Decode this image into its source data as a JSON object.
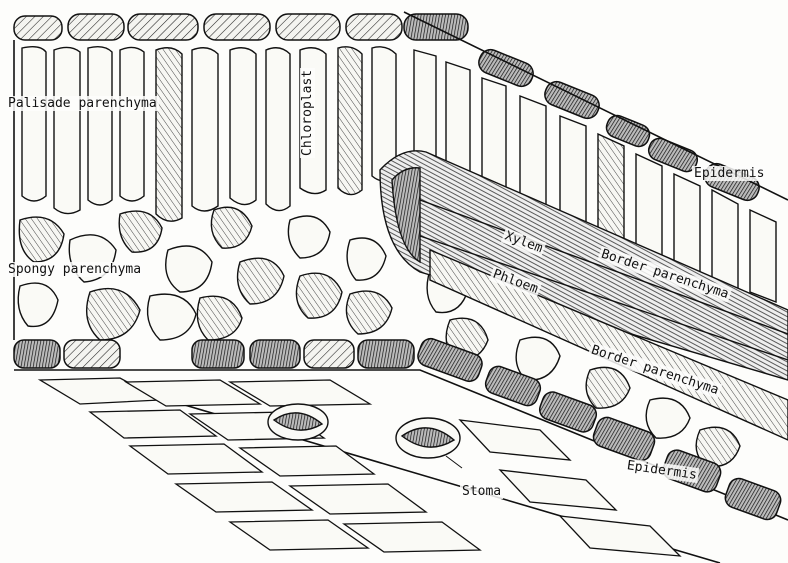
{
  "labels": {
    "palisade": "Palisade parenchyma",
    "chloroplast": "Chloroplast",
    "epidermis_upper": "Epidermis",
    "xylem": "Xylem",
    "border_upper": "Border parenchyma",
    "spongy": "Spongy parenchyma",
    "phloem": "Phloem",
    "border_lower": "Border parenchyma",
    "epidermis_lower": "Epidermis",
    "stoma": "Stoma"
  }
}
